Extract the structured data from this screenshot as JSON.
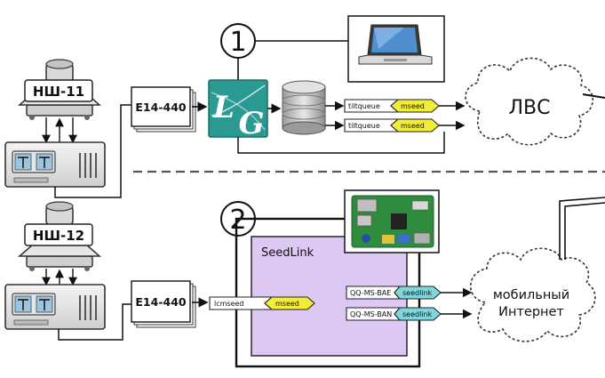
{
  "top": {
    "sensor_label": "НШ-11",
    "converter_label": "E14-440",
    "step_number": "1",
    "logo_letters": [
      "L",
      "G"
    ],
    "streams": [
      {
        "name": "tiltqueue",
        "format": "mseed"
      },
      {
        "name": "tiltqueue",
        "format": "mseed"
      }
    ],
    "network_label": "ЛВС"
  },
  "bottom": {
    "sensor_label": "НШ-12",
    "converter_label": "E14-440",
    "step_number": "2",
    "server_label": "SeedLink",
    "input_stream": {
      "name": "lcmseed",
      "format": "mseed"
    },
    "outputs": [
      {
        "name": "QQ-MS-BAE",
        "format": "seedlink"
      },
      {
        "name": "QQ-MS-BAN",
        "format": "seedlink"
      }
    ],
    "network_label_line1": "мобильный",
    "network_label_line2": "Интернет"
  },
  "colors": {
    "mseed_tag": "#f2ee38",
    "seedlink_tag": "#7fd6dd",
    "seedlink_box": "#dcc8f2",
    "logo": "#2a9a93"
  }
}
